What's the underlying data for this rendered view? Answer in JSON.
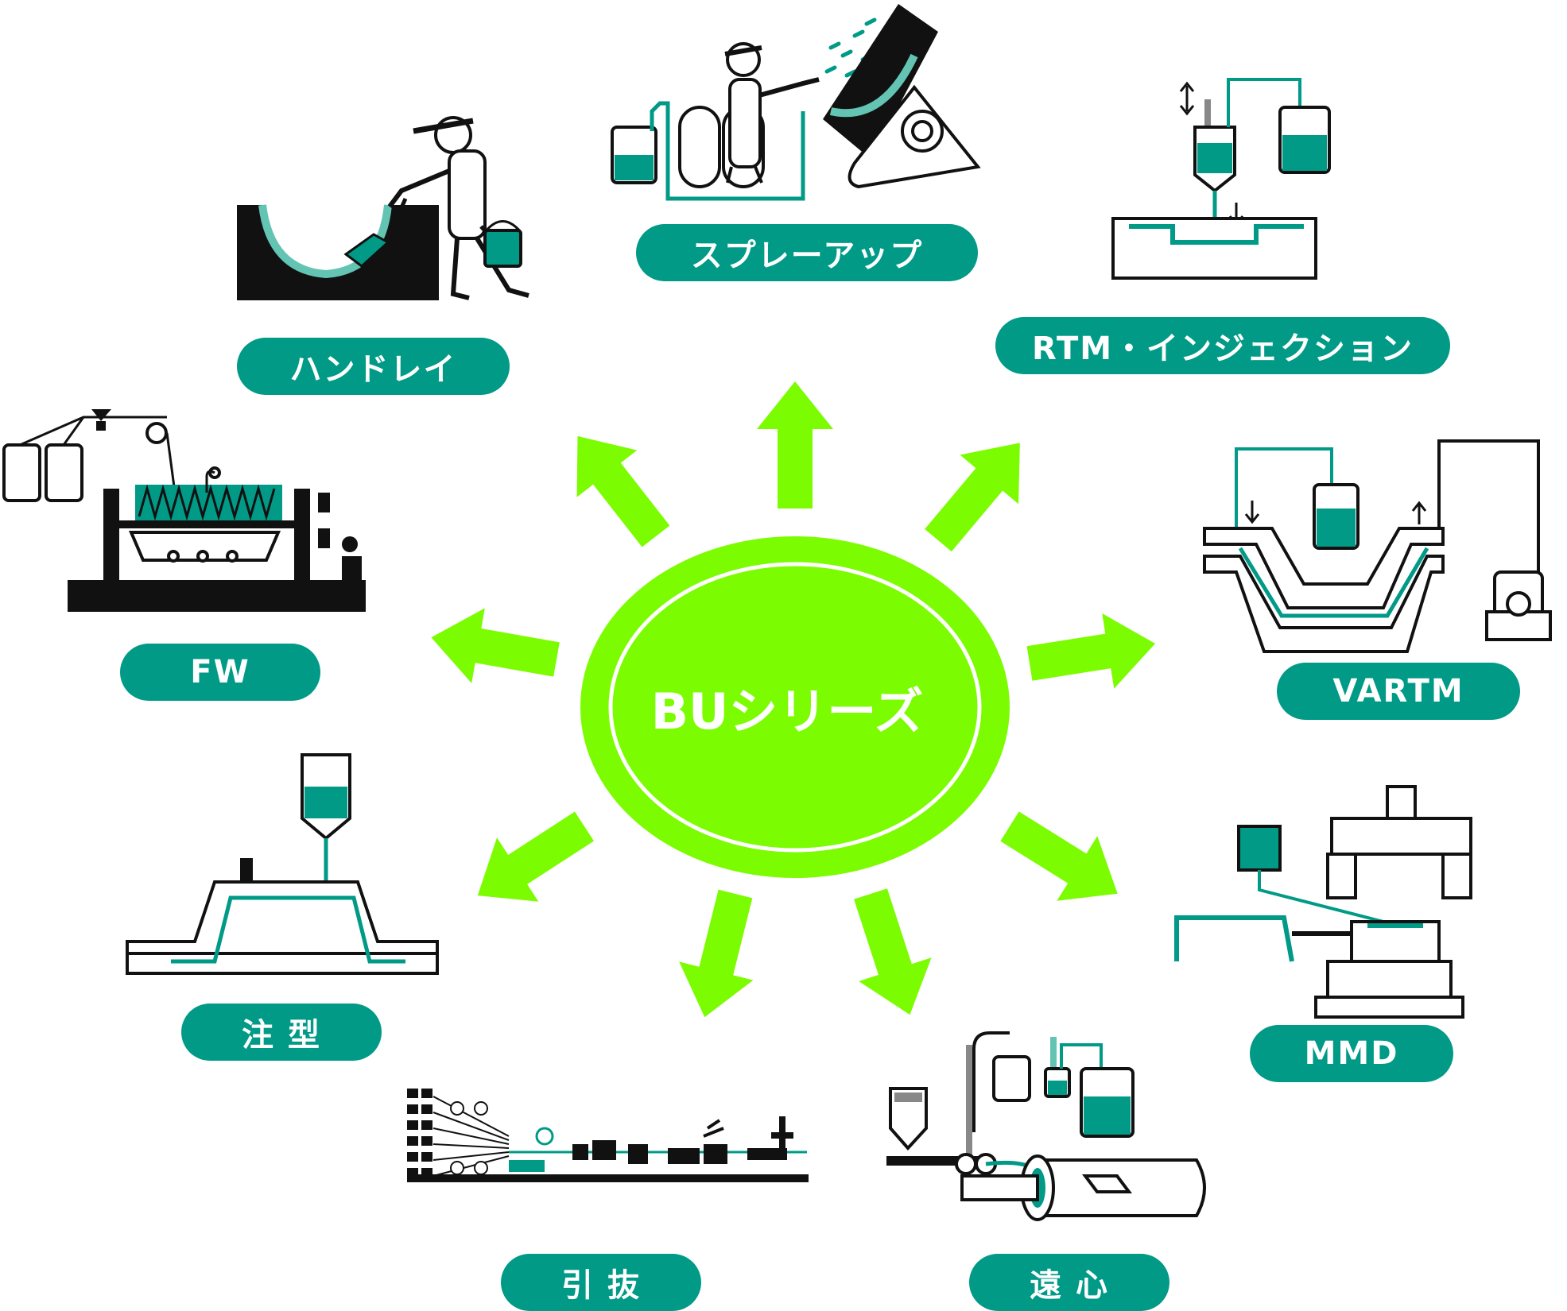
{
  "colors": {
    "teal": "#009a87",
    "light_teal": "#63c4b4",
    "green": "#7cfc00",
    "black": "#111111",
    "white": "#ffffff"
  },
  "center": {
    "label": "BUシリーズ"
  },
  "methods": [
    {
      "id": "spray-up",
      "label": "スプレーアップ"
    },
    {
      "id": "rtm-injection",
      "label": "RTM・インジェクション"
    },
    {
      "id": "vartm",
      "label": "VARTM"
    },
    {
      "id": "mmd",
      "label": "MMD"
    },
    {
      "id": "centrifugal",
      "label": "遠 心"
    },
    {
      "id": "pultrusion",
      "label": "引 抜"
    },
    {
      "id": "casting",
      "label": "注 型"
    },
    {
      "id": "fw",
      "label": "FW"
    },
    {
      "id": "hand-lay",
      "label": "ハンドレイ"
    }
  ]
}
